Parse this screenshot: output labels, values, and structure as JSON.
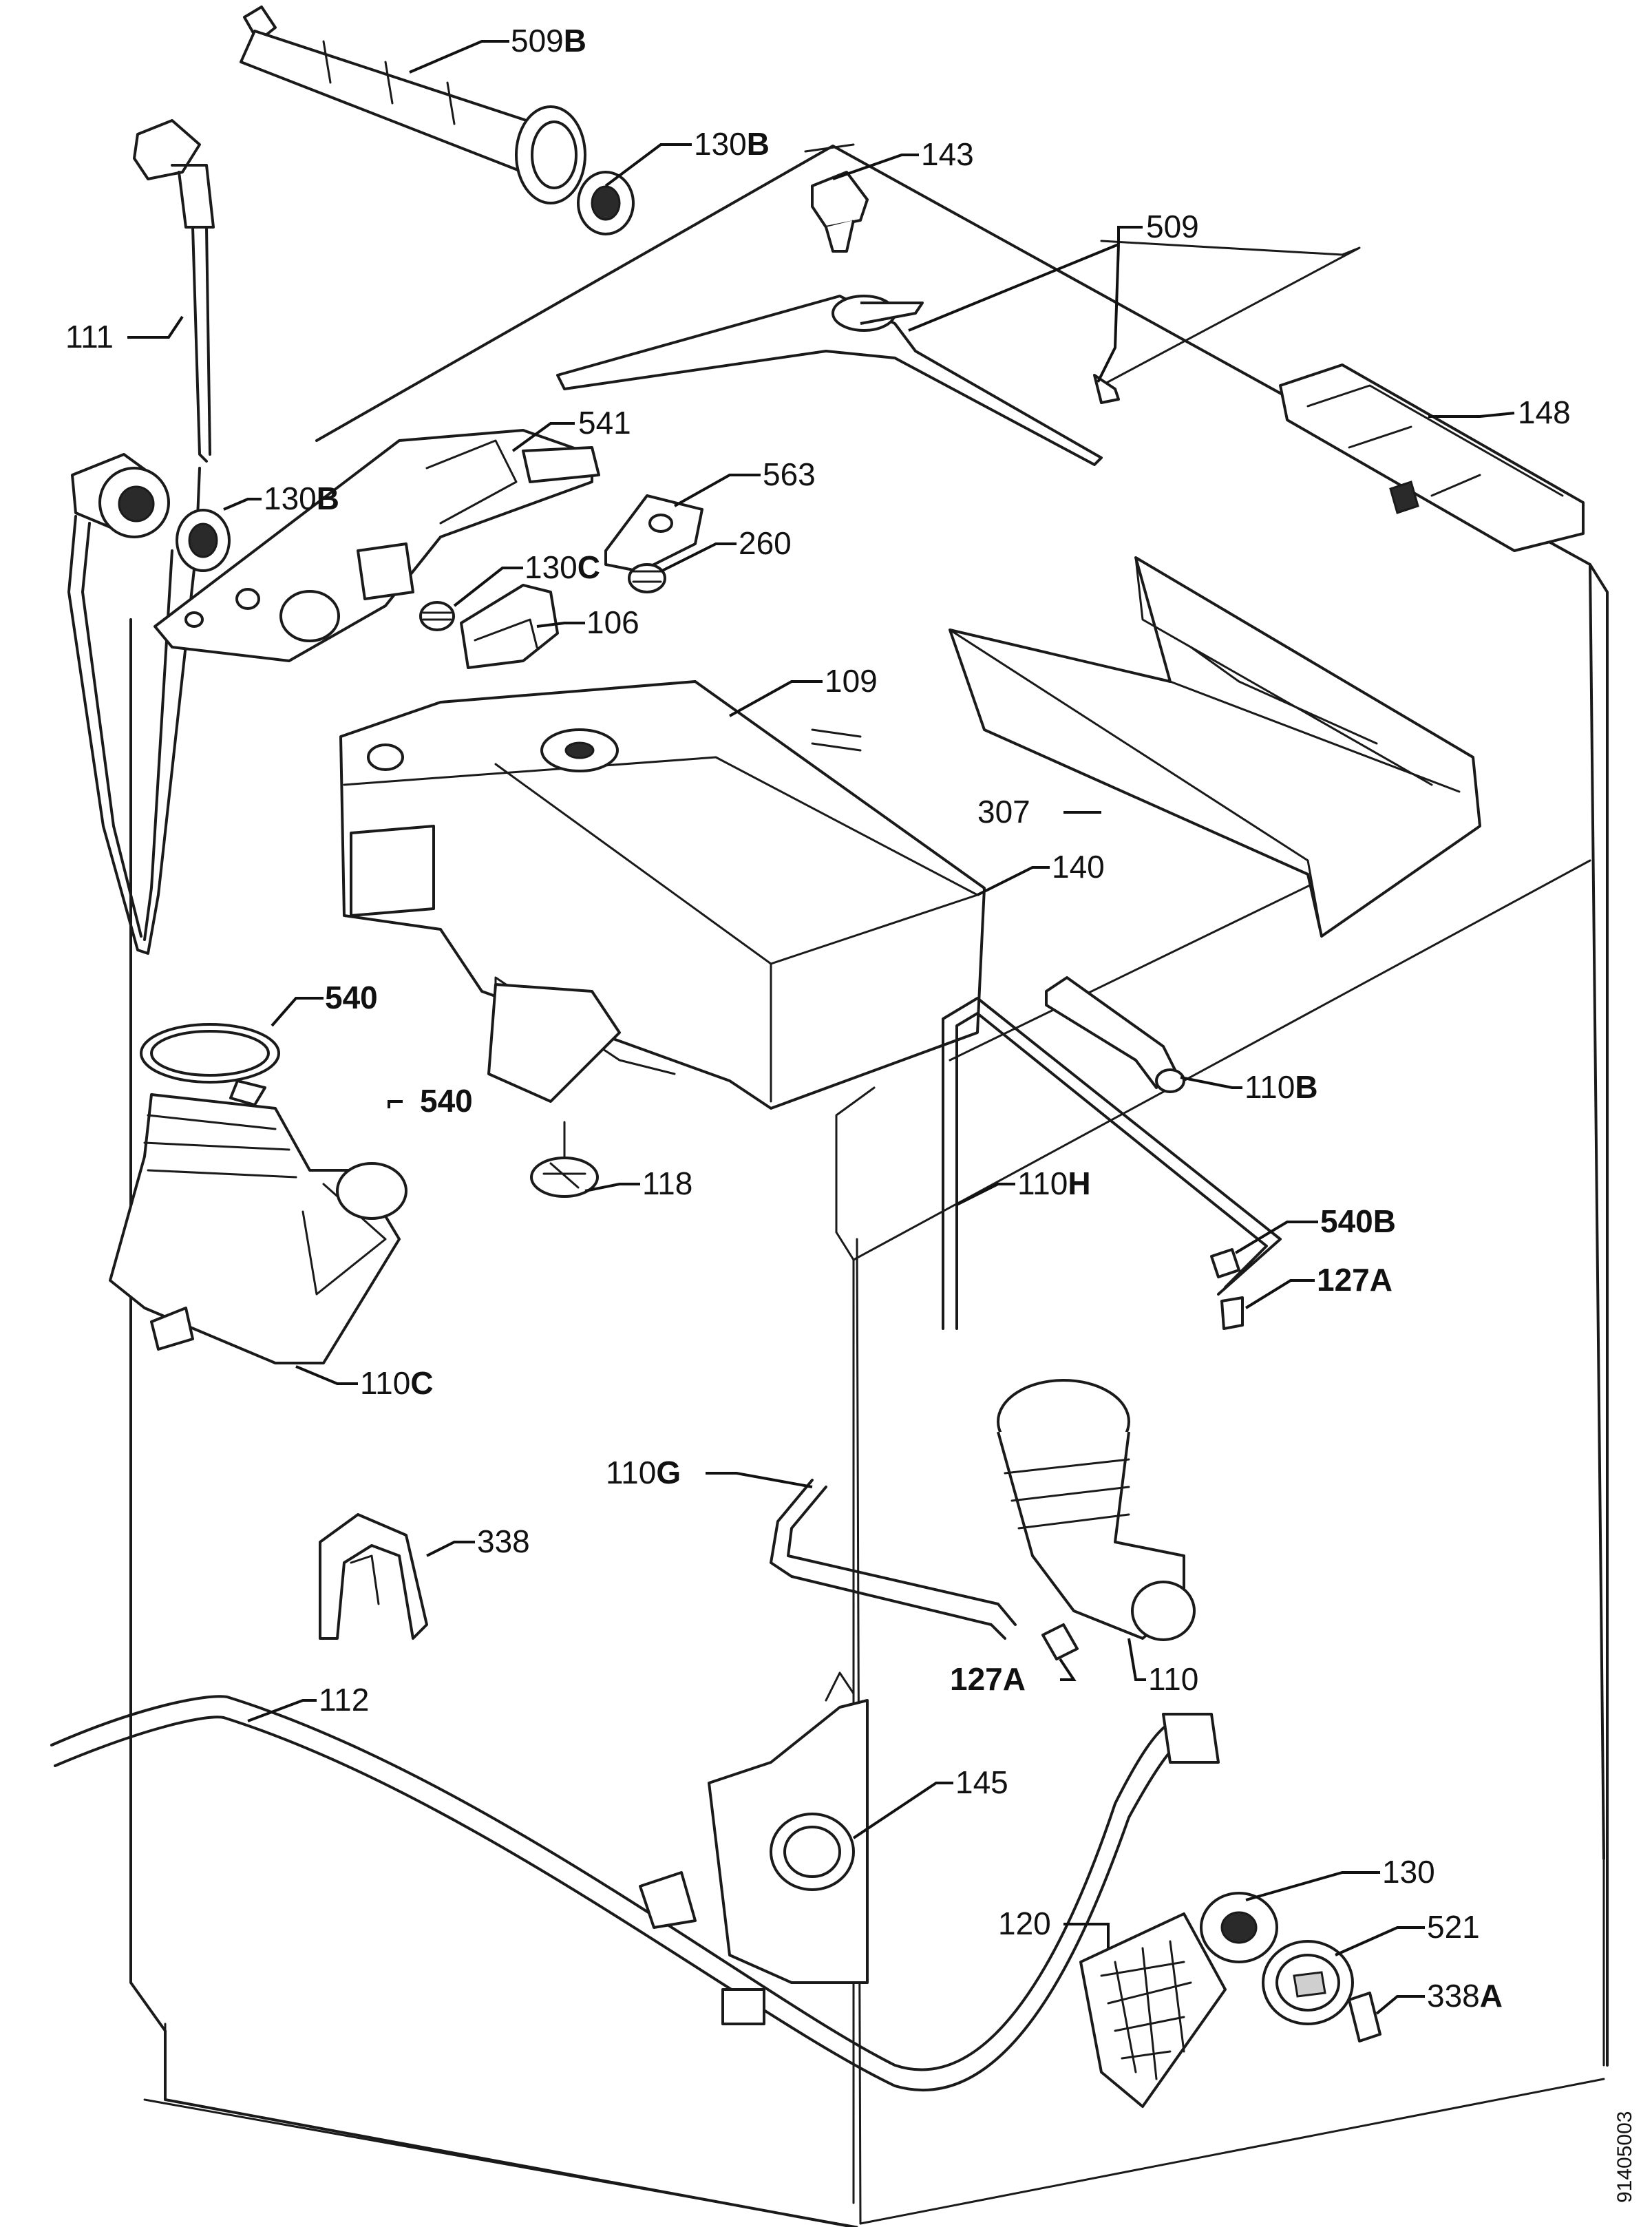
{
  "diagram": {
    "reference_code": "91405003",
    "labels": [
      {
        "id": "509B",
        "text": "509",
        "suffix": "B"
      },
      {
        "id": "130B_top",
        "text": "130",
        "suffix": "B"
      },
      {
        "id": "143",
        "text": "143",
        "suffix": ""
      },
      {
        "id": "509",
        "text": "509",
        "suffix": ""
      },
      {
        "id": "111",
        "text": "111",
        "suffix": ""
      },
      {
        "id": "148",
        "text": "148",
        "suffix": ""
      },
      {
        "id": "541",
        "text": "541",
        "suffix": ""
      },
      {
        "id": "563",
        "text": "563",
        "suffix": ""
      },
      {
        "id": "130B_mid",
        "text": "130",
        "suffix": "B"
      },
      {
        "id": "260",
        "text": "260",
        "suffix": ""
      },
      {
        "id": "130C",
        "text": "130",
        "suffix": "C"
      },
      {
        "id": "106",
        "text": "106",
        "suffix": ""
      },
      {
        "id": "109",
        "text": "109",
        "suffix": ""
      },
      {
        "id": "307",
        "text": "307",
        "suffix": ""
      },
      {
        "id": "140",
        "text": "140",
        "suffix": ""
      },
      {
        "id": "540_a",
        "text": "540",
        "suffix": ""
      },
      {
        "id": "540_b",
        "text": "540",
        "suffix": ""
      },
      {
        "id": "110B",
        "text": "110",
        "suffix": "B"
      },
      {
        "id": "118",
        "text": "118",
        "suffix": ""
      },
      {
        "id": "110H",
        "text": "110",
        "suffix": "H"
      },
      {
        "id": "540B",
        "text": "540",
        "suffix": "B"
      },
      {
        "id": "127A_top",
        "text": "127",
        "suffix": "A"
      },
      {
        "id": "110C",
        "text": "110",
        "suffix": "C"
      },
      {
        "id": "110G",
        "text": "110",
        "suffix": "G"
      },
      {
        "id": "338",
        "text": "338",
        "suffix": ""
      },
      {
        "id": "127A_bot",
        "text": "127",
        "suffix": "A"
      },
      {
        "id": "110",
        "text": "110",
        "suffix": ""
      },
      {
        "id": "112",
        "text": "112",
        "suffix": ""
      },
      {
        "id": "145",
        "text": "145",
        "suffix": ""
      },
      {
        "id": "130",
        "text": "130",
        "suffix": ""
      },
      {
        "id": "120",
        "text": "120",
        "suffix": ""
      },
      {
        "id": "521",
        "text": "521",
        "suffix": ""
      },
      {
        "id": "338A",
        "text": "338",
        "suffix": "A"
      }
    ]
  }
}
